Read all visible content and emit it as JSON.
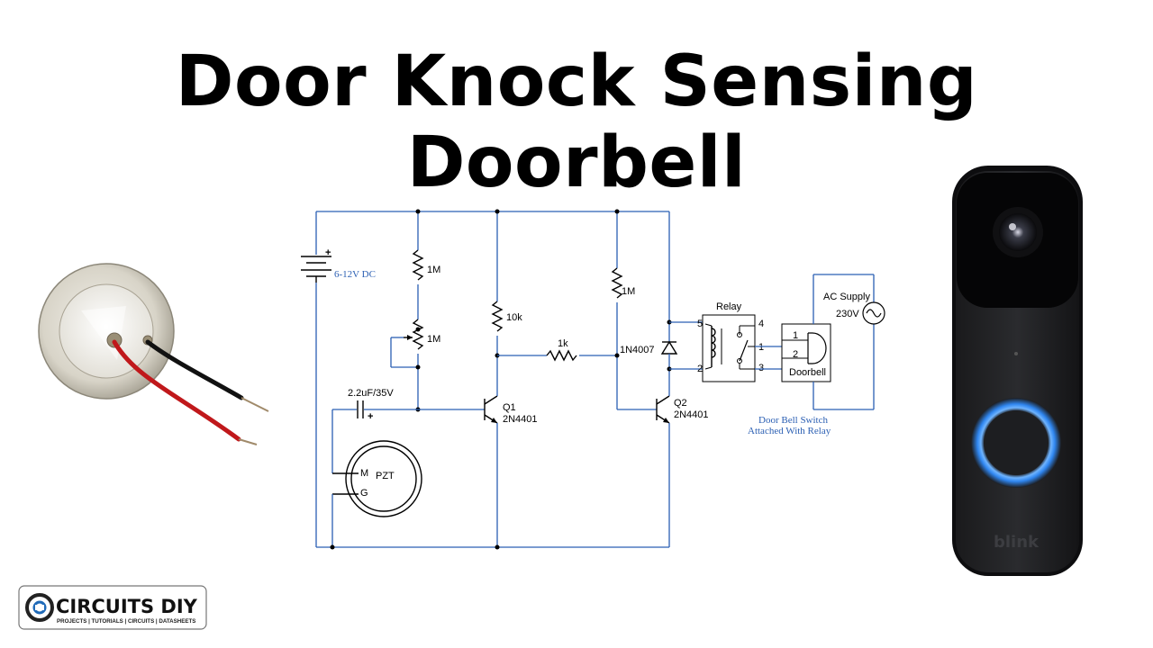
{
  "title": "Door Knock Sensing Doorbell",
  "circuit": {
    "supply": "6-12V DC",
    "plus1": "+",
    "plus2": "+",
    "r1": "1M",
    "pot": "1M",
    "r3": "10k",
    "r4": "1M",
    "r5": "1k",
    "cap": "2.2uF/35V",
    "pzt": "PZT",
    "pzt_m": "M",
    "pzt_g": "G",
    "q1": "Q1",
    "q1_part": "2N4401",
    "q2": "Q2",
    "q2_part": "2N4401",
    "diode": "1N4007",
    "relay": "Relay",
    "pin1": "1",
    "pin2": "2",
    "pin3": "3",
    "pin4": "4",
    "pin5": "5",
    "db_pin1": "1",
    "db_pin2": "2",
    "doorbell": "Doorbell",
    "ac_supply": "AC Supply",
    "ac_volt": "230V",
    "switch_note_1": "Door Bell Switch",
    "switch_note_2": "Attached With Relay"
  },
  "device": {
    "brand": "blink"
  },
  "logo": {
    "name": "CIRCUITS DIY",
    "tagline": "PROJECTS | TUTORIALS | CIRCUITS | DATASHEETS"
  }
}
